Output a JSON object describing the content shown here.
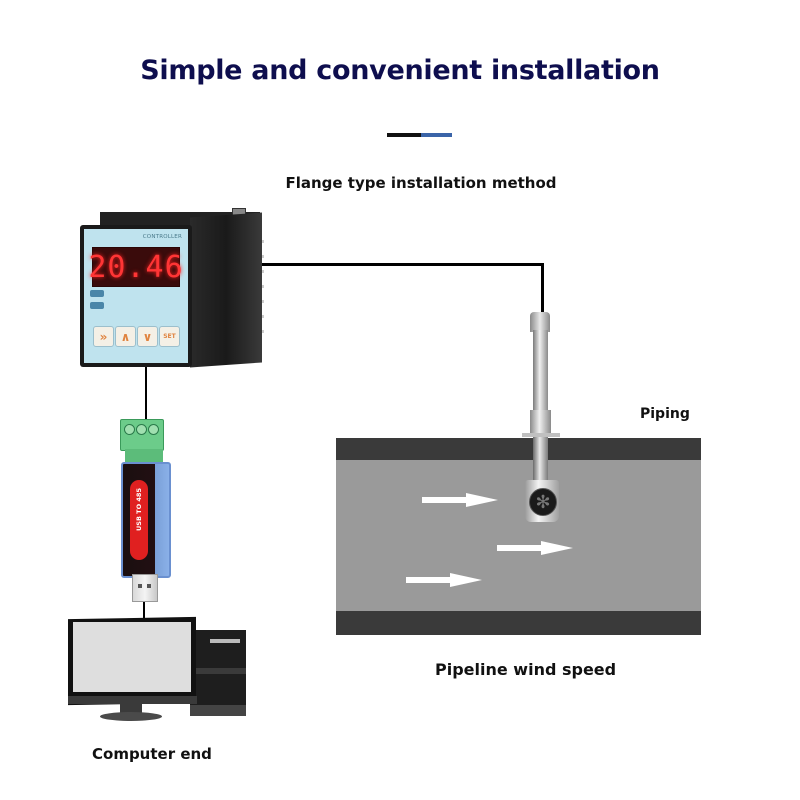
{
  "title": "Simple and convenient installation",
  "subtitle": "Flange type installation method",
  "labels": {
    "piping": "Piping",
    "pipeline": "Pipeline wind speed",
    "computer": "Computer end"
  },
  "controller": {
    "name": "CONTROLLER",
    "reading": "20.46",
    "buttons": [
      {
        "icon": "double-chevron-right-icon",
        "glyph": "»"
      },
      {
        "icon": "chevron-up-icon",
        "glyph": "∧"
      },
      {
        "icon": "chevron-down-icon",
        "glyph": "∨"
      },
      {
        "icon": "set-icon",
        "glyph": "SET"
      }
    ]
  },
  "converter": {
    "label": "USB TO 485"
  },
  "colors": {
    "title": "#0e0e4e",
    "accent_blue": "#3a64a8",
    "display_red": "#ff3535",
    "pipe_wall": "#3a3a3a",
    "pipe_inner": "#9a9a9a"
  }
}
